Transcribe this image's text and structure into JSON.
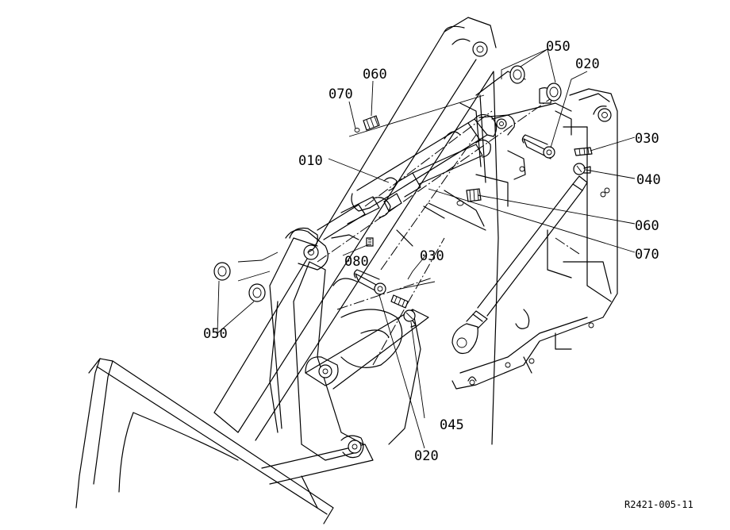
{
  "callouts": [
    {
      "id": "c050a",
      "text": "050"
    },
    {
      "id": "c020a",
      "text": "020"
    },
    {
      "id": "c060a",
      "text": "060"
    },
    {
      "id": "c070a",
      "text": "070"
    },
    {
      "id": "c030a",
      "text": "030"
    },
    {
      "id": "c010",
      "text": "010"
    },
    {
      "id": "c040",
      "text": "040"
    },
    {
      "id": "c060b",
      "text": "060"
    },
    {
      "id": "c070b",
      "text": "070"
    },
    {
      "id": "c080",
      "text": "080"
    },
    {
      "id": "c030b",
      "text": "030"
    },
    {
      "id": "c050b",
      "text": "050"
    },
    {
      "id": "c045",
      "text": "045"
    },
    {
      "id": "c020b",
      "text": "020"
    }
  ],
  "reference_code": "R2421-005-11"
}
